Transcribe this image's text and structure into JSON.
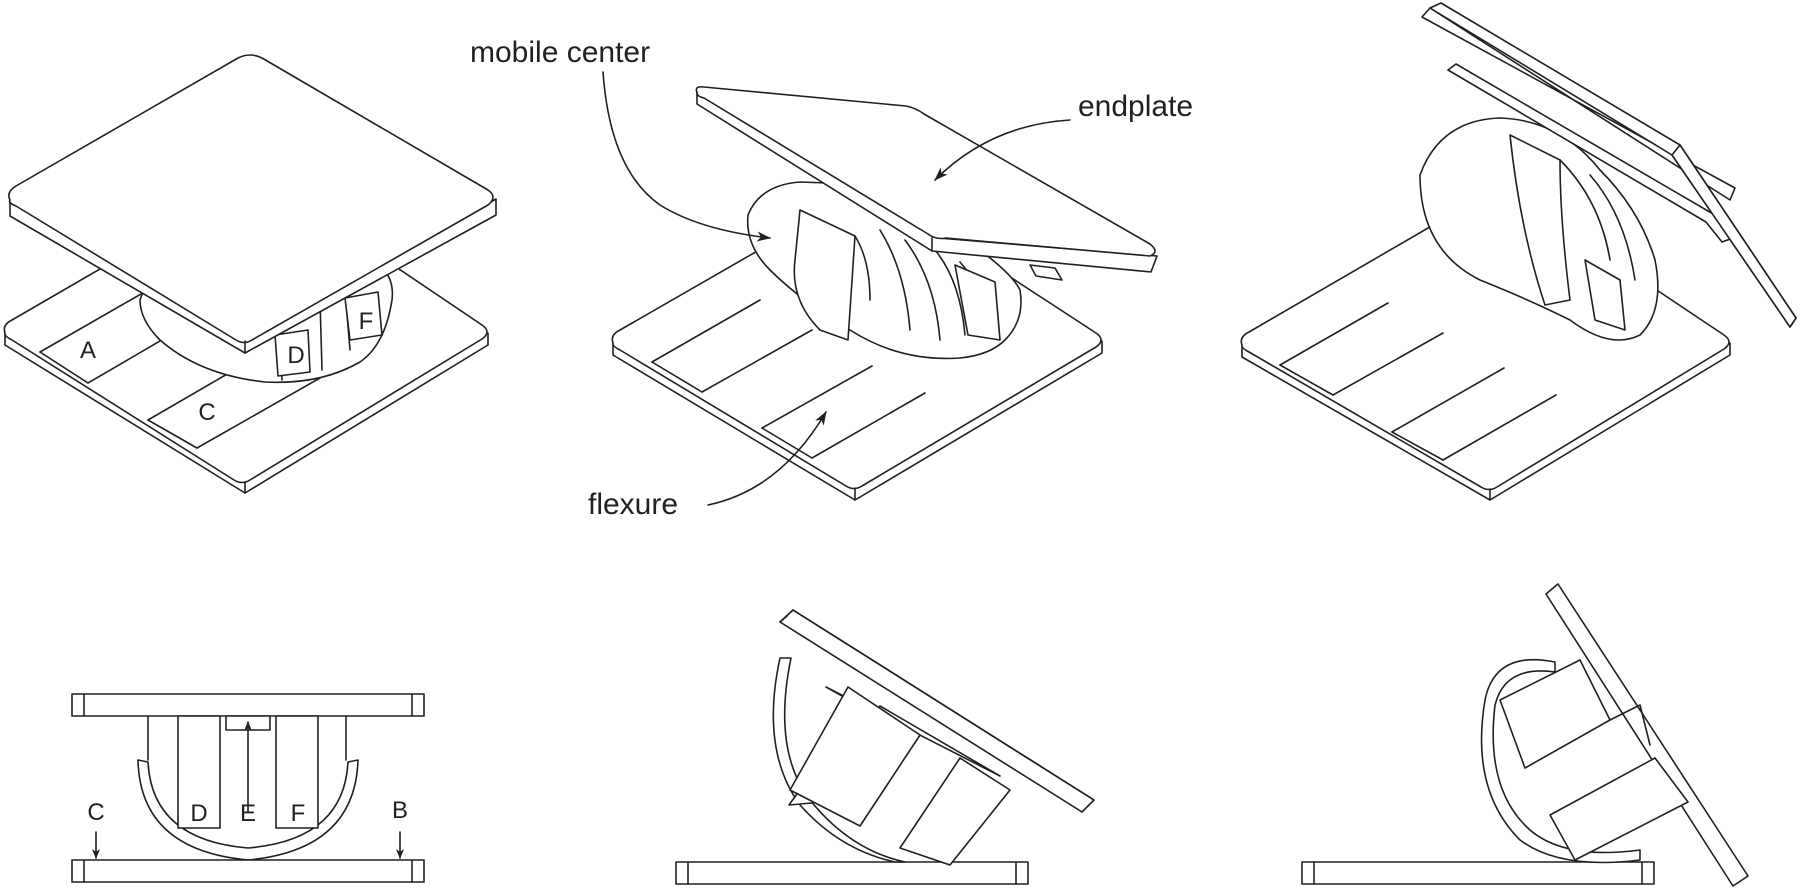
{
  "callouts": {
    "mobile_center": "mobile  center",
    "endplate": "endplate",
    "flexure": "flexure"
  },
  "part_labels": {
    "iso": {
      "a": "A",
      "c": "C",
      "d": "D",
      "f": "F"
    },
    "side": {
      "c": "C",
      "b": "B",
      "d": "D",
      "e": "E",
      "f": "F"
    }
  },
  "colors": {
    "line": "#231f20",
    "background": "#ffffff"
  }
}
